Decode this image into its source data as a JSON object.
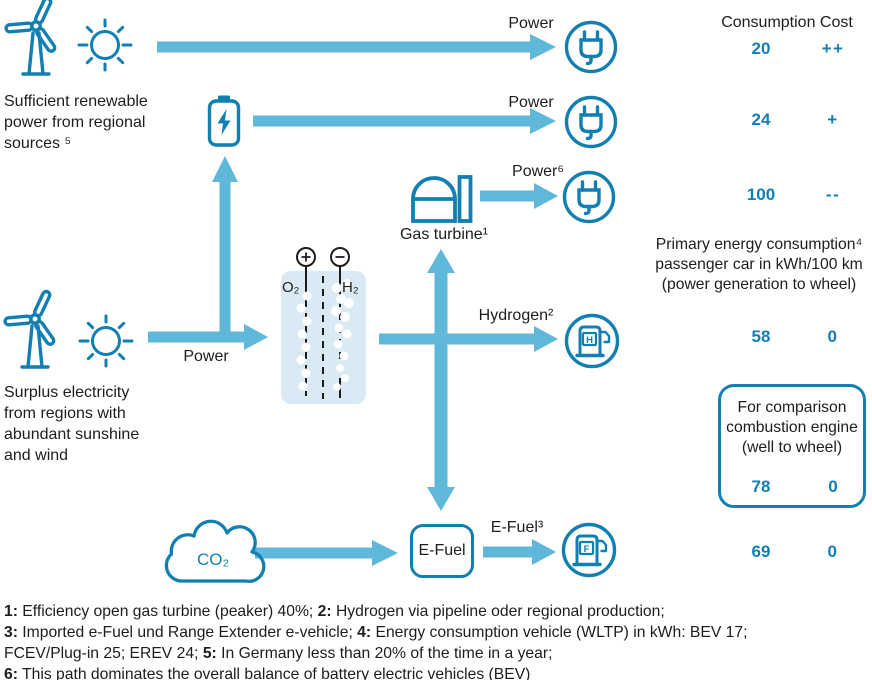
{
  "header": {
    "consumption_cost": "Consumption Cost"
  },
  "left_labels": {
    "regional": "Sufficient renewable\npower from regional\nsources ⁵",
    "surplus": "Surplus electricity\nfrom regions with\nabundant sunshine\nand wind"
  },
  "flows": {
    "row1_label": "Power",
    "row2_label": "Power",
    "row3_label": "Power⁶",
    "gas_turbine_label": "Gas turbine¹",
    "mid_power_label": "Power",
    "hydrogen_label": "Hydrogen²",
    "efuel_arrow_label": "E-Fuel³",
    "efuel_box_label": "E-Fuel",
    "co2_label": "CO₂",
    "o2_label": "O₂",
    "h2_label": "H₂",
    "pump_h_letter": "H",
    "pump_f_letter": "F"
  },
  "results": {
    "rows": [
      {
        "name": "direct-renewable-power",
        "consumption": "20",
        "cost": "++"
      },
      {
        "name": "battery-buffered-power",
        "consumption": "24",
        "cost": "+"
      },
      {
        "name": "gas-turbine-power",
        "consumption": "100",
        "cost": "--"
      },
      {
        "name": "hydrogen",
        "consumption": "58",
        "cost": "0"
      },
      {
        "name": "e-fuel",
        "consumption": "69",
        "cost": "0"
      }
    ],
    "primary_energy_note": "Primary energy consumption⁴\npassenger car in kWh/100 km\n(power generation to wheel)",
    "comparison": {
      "label": "For comparison\ncombustion engine\n(well to wheel)",
      "consumption": "78",
      "cost": "0"
    }
  },
  "footnotes": [
    [
      {
        "b": "1:"
      },
      {
        "t": " Efficiency open gas turbine (peaker) 40%; "
      },
      {
        "b": "2:"
      },
      {
        "t": " Hydrogen via pipeline oder regional production;"
      }
    ],
    [
      {
        "b": "3:"
      },
      {
        "t": " Imported e-Fuel und Range Extender e-vehicle; "
      },
      {
        "b": "4:"
      },
      {
        "t": " Energy consumption vehicle (WLTP) in kWh: BEV 17;"
      }
    ],
    [
      {
        "t": "FCEV/Plug-in 25; EREV 24; "
      },
      {
        "b": "5:"
      },
      {
        "t": " In Germany less than 20% of the time in a year;"
      }
    ],
    [
      {
        "b": "6:"
      },
      {
        "t": " This path dominates the overall balance of battery electric vehicles (BEV)"
      }
    ]
  ],
  "colors": {
    "icon_blue": "#117fb2",
    "arrow_blue": "#5fb7da",
    "cell_fill": "#daeaf5",
    "text_black": "#1d1d1b"
  }
}
